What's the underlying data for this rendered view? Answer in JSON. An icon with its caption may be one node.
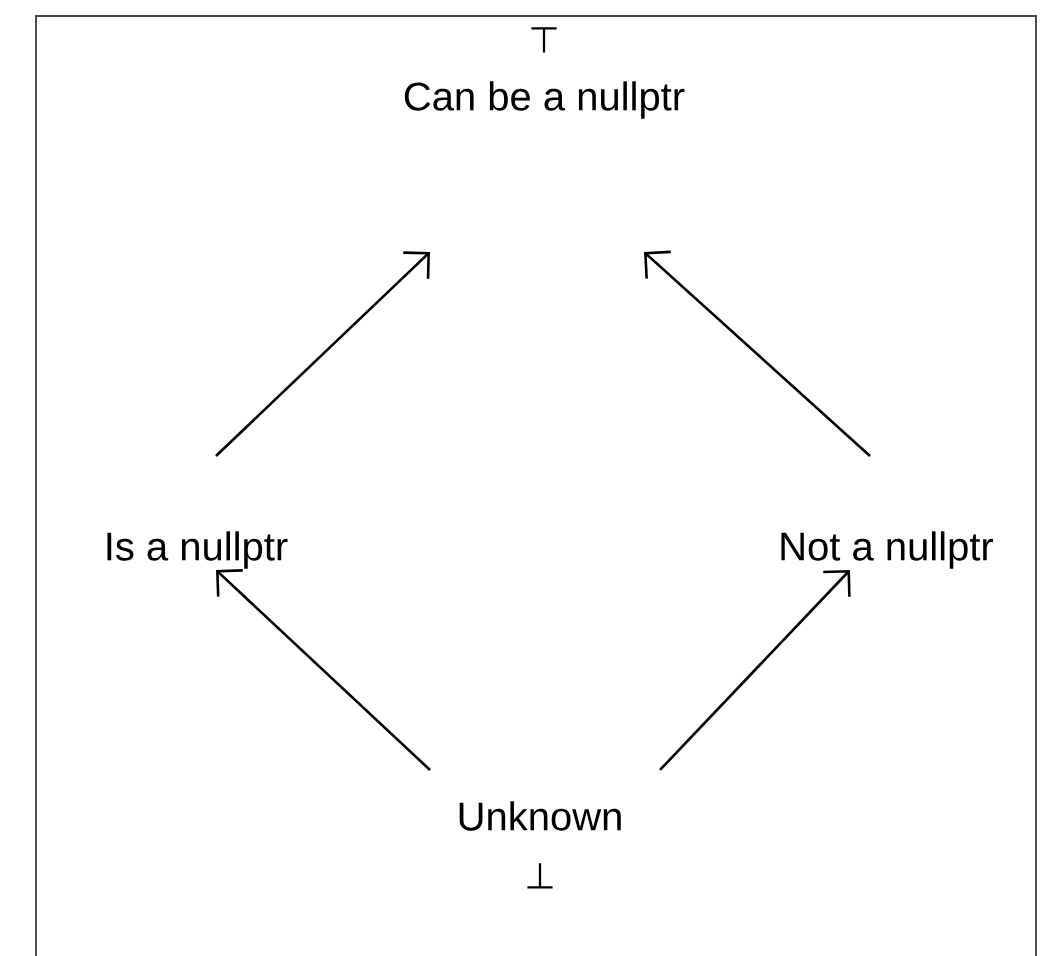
{
  "diagram": {
    "nodes": [
      {
        "text": [
          "Can be a nullptr"
        ],
        "beside": [
          "⊤"
        ]
      },
      {
        "text": [
          "Is a nullptr"
        ]
      },
      {
        "text": [
          "Not a nullptr"
        ]
      },
      {
        "text": [
          "Unknown"
        ],
        "beside": [
          "⊥"
        ]
      }
    ],
    "edges": [
      {
        "from": 1,
        "to": 0,
        "arrow": "to"
      },
      {
        "from": 2,
        "to": 0,
        "arrow": "to"
      },
      {
        "from": 3,
        "to": 1,
        "arrow": "to"
      },
      {
        "from": 3,
        "to": 2,
        "arrow": "to"
      }
    ]
  }
}
